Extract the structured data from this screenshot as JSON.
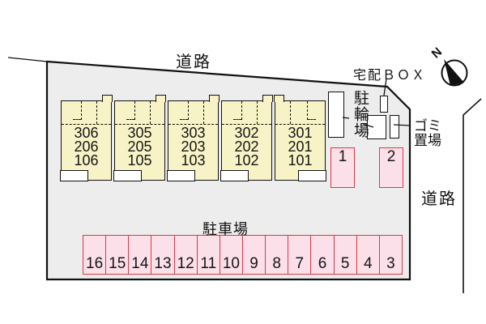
{
  "colors": {
    "site_fill": "#ededed",
    "building_fill": "#f8f3c7",
    "stall_fill": "#fbdfe9",
    "stall_border": "#dd3647",
    "line": "#111111"
  },
  "labels": {
    "road_top": "道路",
    "road_right": "道路",
    "delivery_box": "宅配ＢＯＸ",
    "bicycle_parking": "駐輪場",
    "garbage_area": "ゴミ\n置場",
    "parking_lot": "駐車場",
    "north": "N"
  },
  "building": {
    "units": [
      {
        "rooms": "306\n206\n106"
      },
      {
        "rooms": "305\n205\n105"
      },
      {
        "rooms": "303\n203\n103"
      },
      {
        "rooms": "302\n202\n102"
      },
      {
        "rooms": "301\n201\n101"
      }
    ]
  },
  "front_parking": {
    "spaces": [
      "1",
      "2"
    ]
  },
  "parking_row": {
    "stalls": [
      "16",
      "15",
      "14",
      "13",
      "12",
      "11",
      "10",
      "9",
      "8",
      "7",
      "6",
      "5",
      "4",
      "3"
    ]
  }
}
